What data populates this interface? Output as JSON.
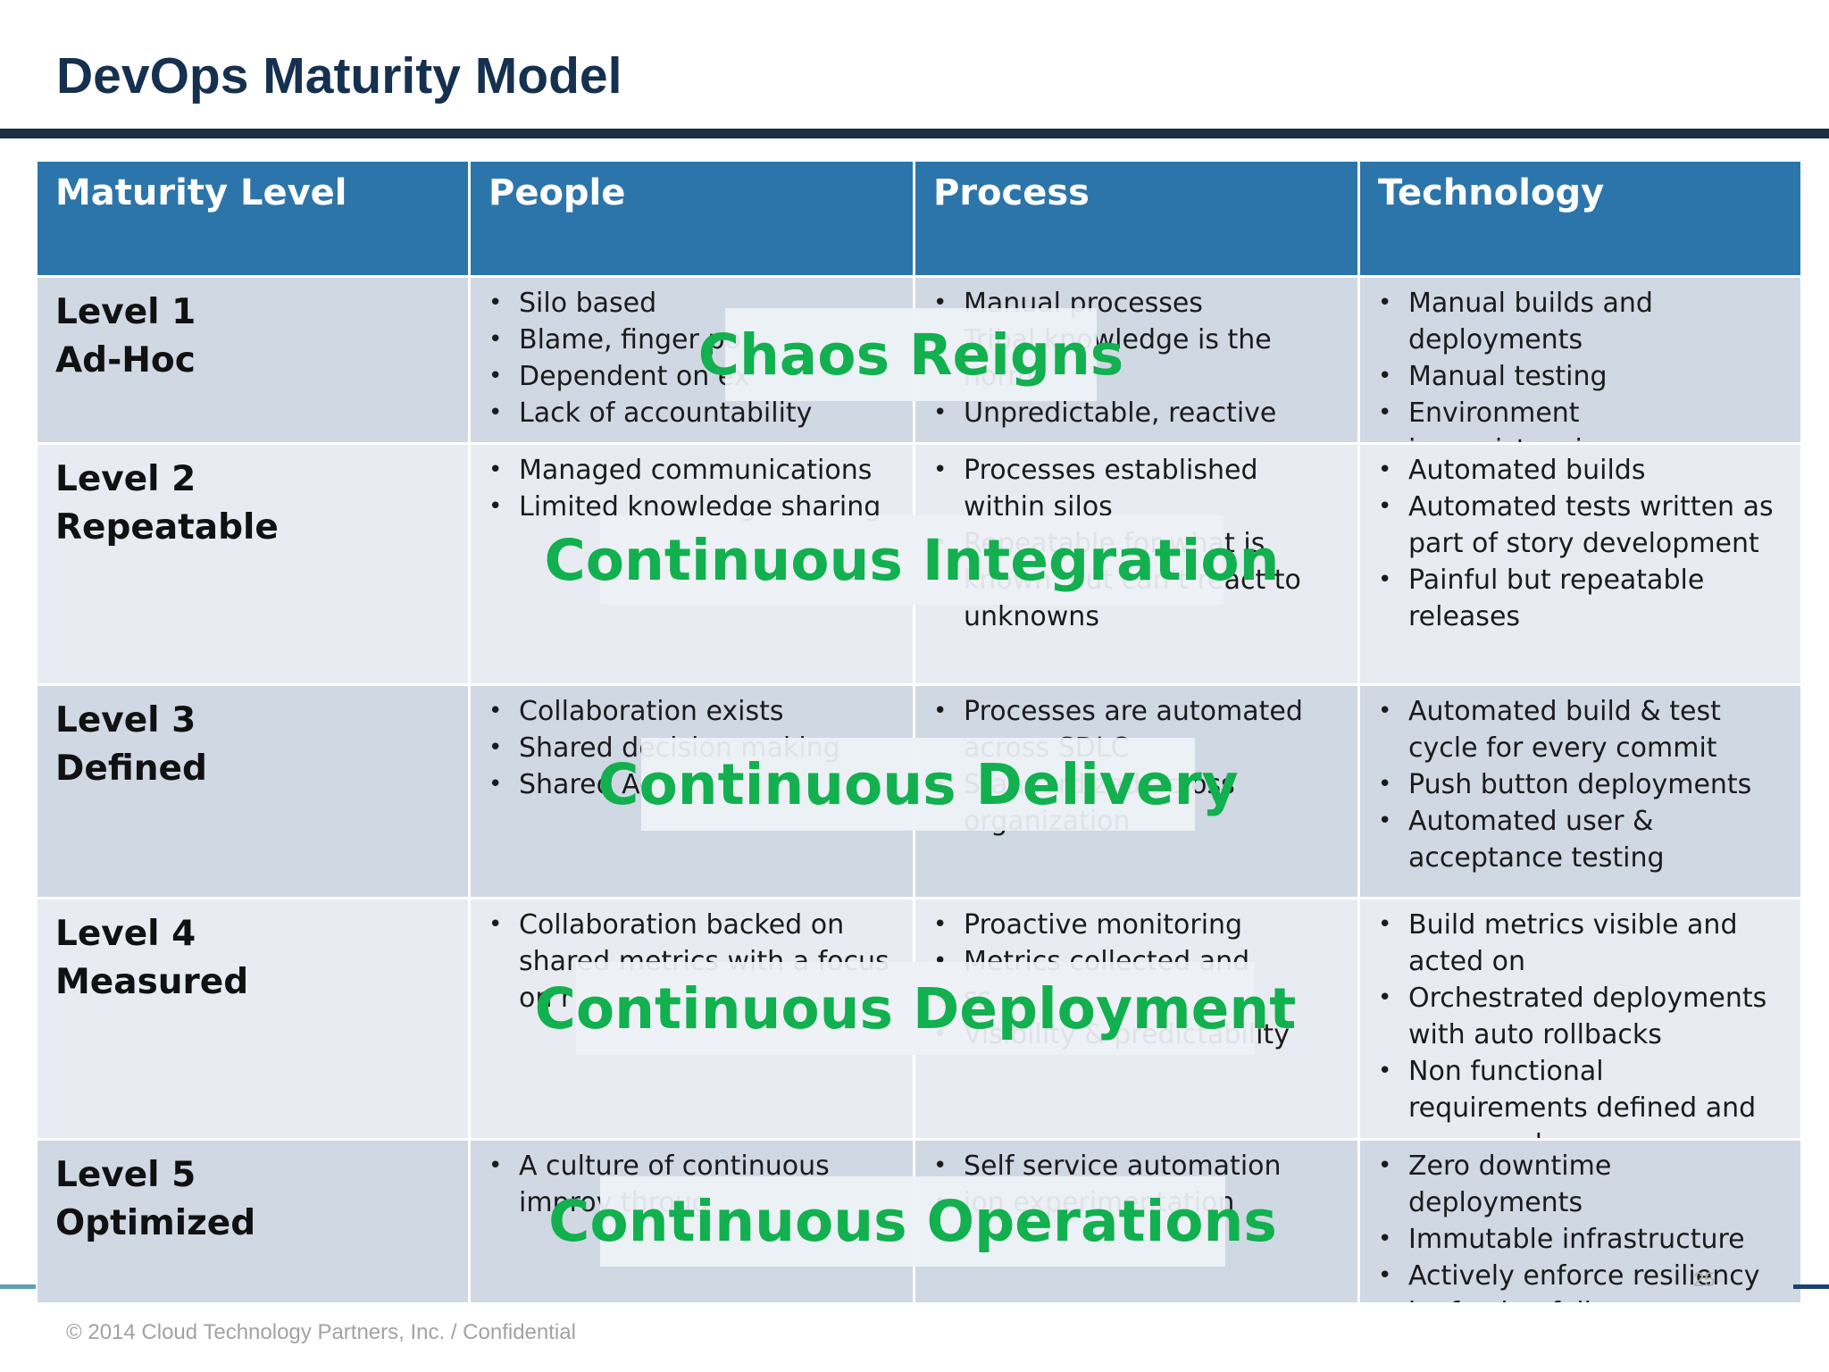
{
  "title": "DevOps Maturity Model",
  "headers": {
    "level": "Maturity Level",
    "people": "People",
    "process": "Process",
    "technology": "Technology"
  },
  "rows": [
    {
      "level": "Level 1",
      "name": "Ad-Hoc",
      "people": [
        "Silo based",
        "Blame, finger po",
        "Dependent on ex",
        "Lack of accountability"
      ],
      "process": [
        "Manual processes",
        "Tribal knowledge is the norm",
        "Unpredictable, reactive"
      ],
      "technology": [
        "Manual builds and deployments",
        "Manual testing",
        "Environment inconsistencies"
      ]
    },
    {
      "level": "Level 2",
      "name": "Repeatable",
      "people": [
        "Managed communications",
        "Limited knowledge sharing"
      ],
      "process": [
        "Processes established within silos",
        "Repeatable for what is known, but can’t react to unknowns"
      ],
      "technology": [
        "Automated builds",
        "Automated tests written as part of story development",
        "Painful but repeatable releases"
      ]
    },
    {
      "level": "Level 3",
      "name": "Defined",
      "people": [
        "Collaboration exists",
        "Shared decision making",
        "Shared Ac"
      ],
      "process": [
        "Processes are automated across SDLC",
        "Standardized across organization"
      ],
      "technology": [
        "Automated build & test cycle for every commit",
        "Push button deployments",
        "Automated user & acceptance testing"
      ]
    },
    {
      "level": "Level 4",
      "name": "Measured",
      "people": [
        "Collaboration backed on shared metrics with a focus on r"
      ],
      "process": [
        "Proactive monitoring",
        "Metrics collected and",
        "ss",
        "Visibility & predictability"
      ],
      "technology": [
        "Build metrics visible and acted on",
        "Orchestrated deployments with auto rollbacks",
        "Non functional requirements defined and measured"
      ]
    },
    {
      "level": "Level 5",
      "name": "Optimized",
      "people": [
        "A culture of continuous improv throug"
      ],
      "process": [
        "Self service automation",
        "ion experimentation"
      ],
      "technology": [
        "Zero downtime deployments",
        "Immutable infrastructure",
        "Actively enforce resiliency by forcing failures"
      ]
    }
  ],
  "overlays": [
    "Chaos Reigns",
    "Continuous Integration",
    "Continuous Delivery",
    "Continuous Deployment",
    "Continuous Operations"
  ],
  "overlay_color": "#12b04e",
  "header_color": "#2c75aa",
  "page_number": "25",
  "footer": "© 2014 Cloud Technology Partners, Inc.  /  Confidential"
}
